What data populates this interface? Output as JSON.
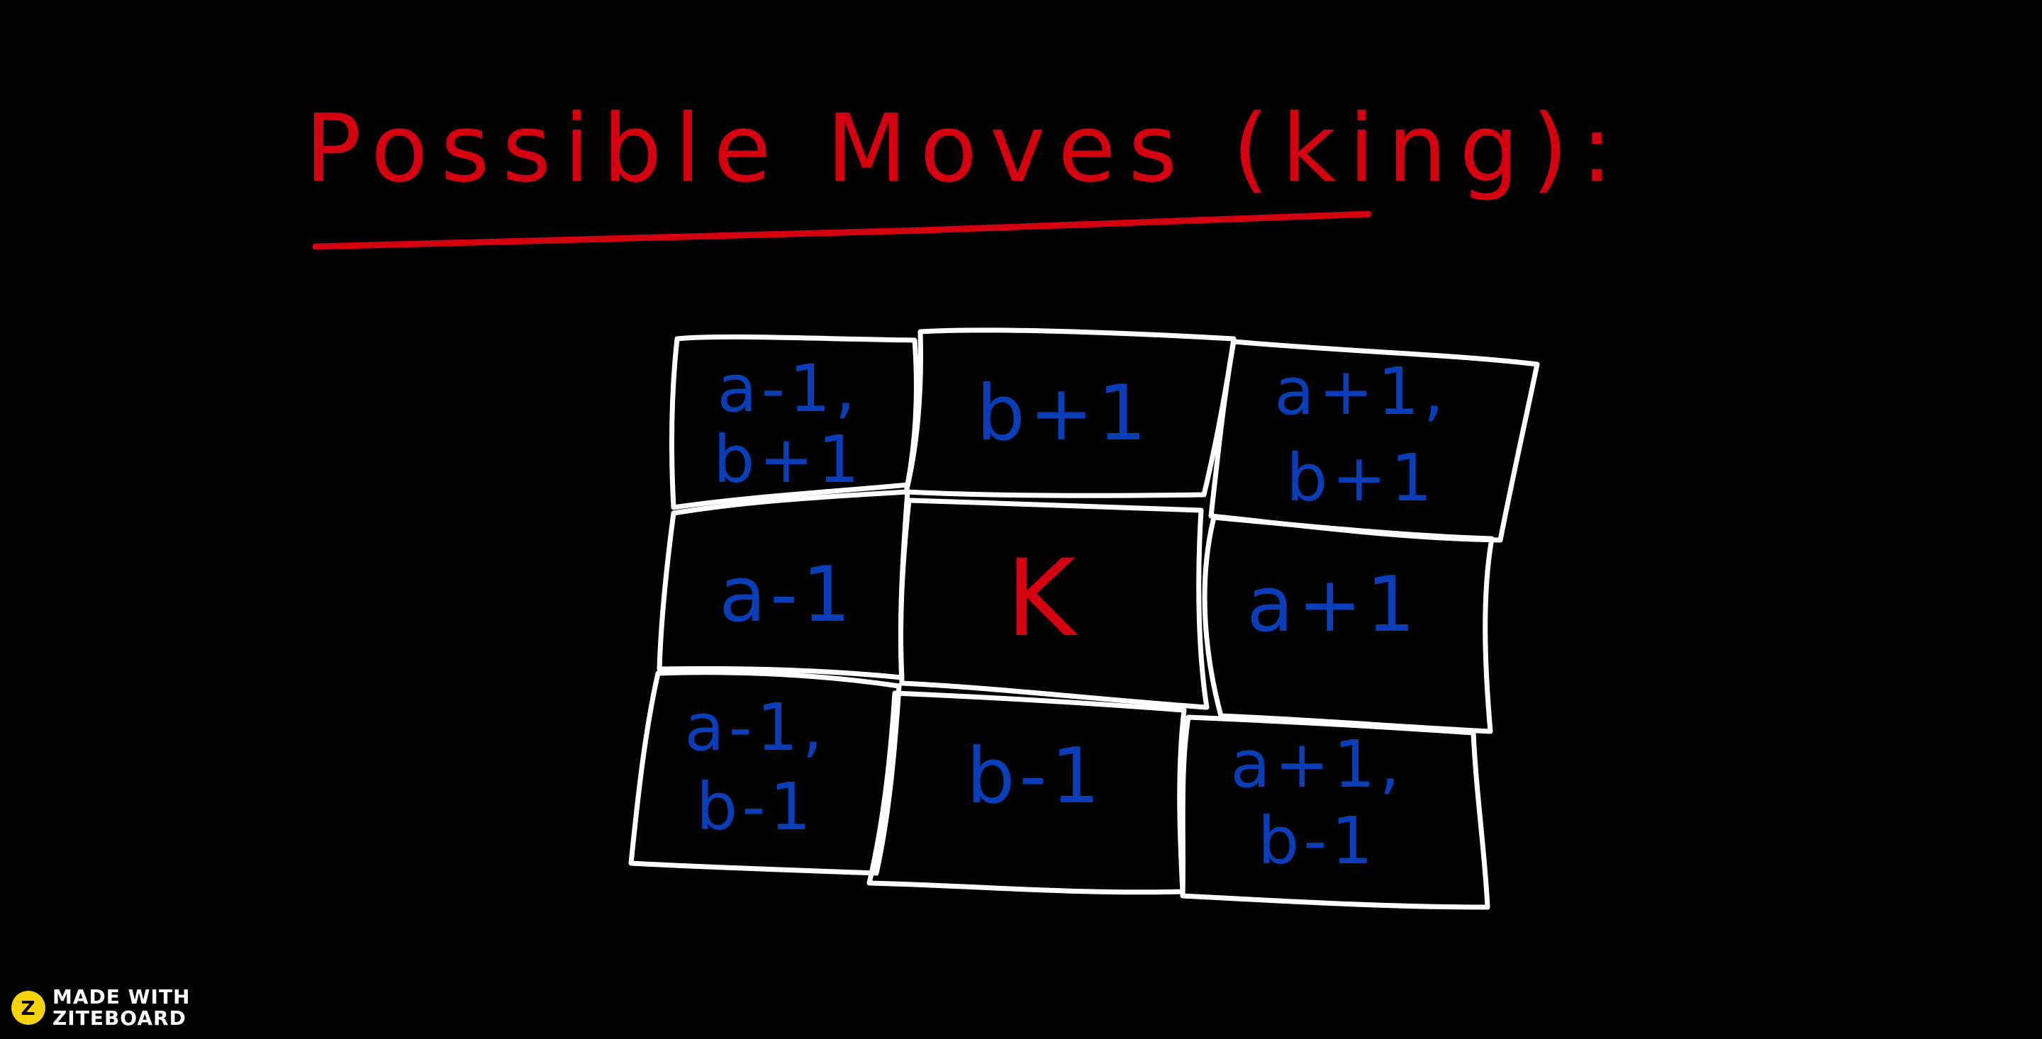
{
  "title": "Possible Moves (king):",
  "colors": {
    "background": "#000000",
    "title": "#d4000f",
    "grid": "#ffffff",
    "move_text": "#0a3db8",
    "king_text": "#d4000f",
    "logo_badge": "#f5d20a"
  },
  "grid": {
    "rows": [
      [
        {
          "lines": [
            "a-1,",
            "b+1"
          ]
        },
        {
          "lines": [
            "b+1"
          ]
        },
        {
          "lines": [
            "a+1,",
            "b+1"
          ]
        }
      ],
      [
        {
          "lines": [
            "a-1"
          ]
        },
        {
          "lines": [
            "K"
          ],
          "is_king": true
        },
        {
          "lines": [
            "a+1"
          ]
        }
      ],
      [
        {
          "lines": [
            "a-1,",
            "b-1"
          ]
        },
        {
          "lines": [
            "b-1"
          ]
        },
        {
          "lines": [
            "a+1,",
            "b-1"
          ]
        }
      ]
    ]
  },
  "logo": {
    "badge_letter": "Z",
    "line1": "MADE WITH",
    "line2": "ZITEBOARD",
    "icon": "ziteboard-logo-icon"
  }
}
